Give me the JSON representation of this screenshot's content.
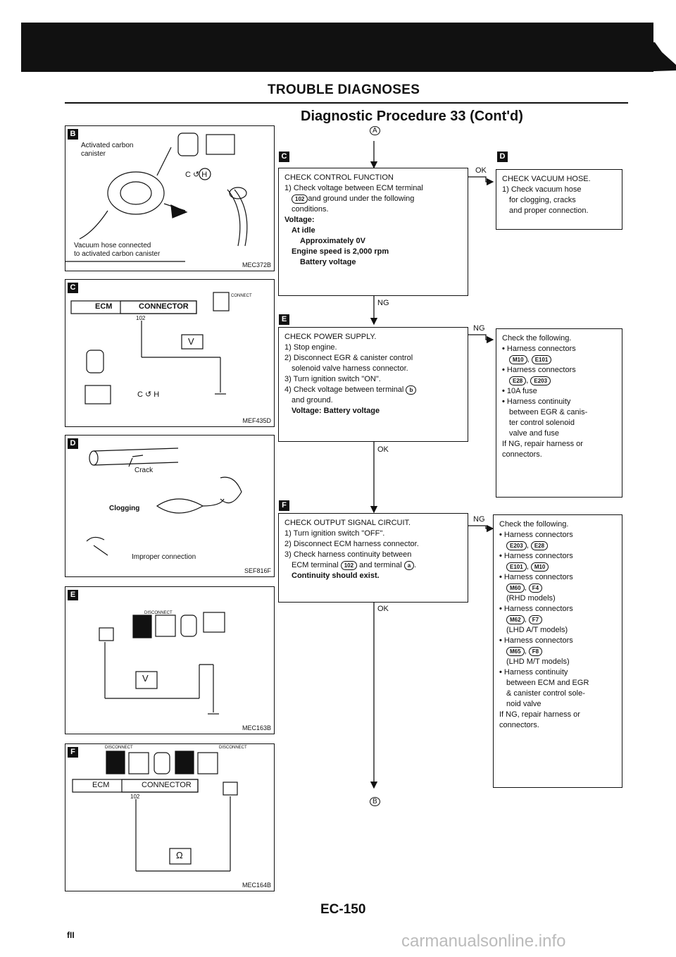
{
  "header": {
    "title": "TROUBLE DIAGNOSES",
    "subtitle": "Diagnostic Procedure 33 (Cont'd)",
    "start_marker": "A",
    "end_marker": "B"
  },
  "panels": {
    "B": {
      "tag": "B",
      "lines": [
        "Activated carbon",
        "canister",
        "Vacuum hose connected",
        "to activated carbon canister"
      ],
      "ch_label": "C ↺ H",
      "fig_id": "MEC372B"
    },
    "C": {
      "tag": "C",
      "ecm": "ECM",
      "connector": "CONNECTOR",
      "connect_small": "CONNECT",
      "pin": "102",
      "meter": "V",
      "ch_label": "C ↺ H",
      "fig_id": "MEF435D"
    },
    "D": {
      "tag": "D",
      "crack": "Crack",
      "clogging": "Clogging",
      "improper": "Improper connection",
      "fig_id": "SEF816F"
    },
    "E": {
      "tag": "E",
      "disconnect": "DISCONNECT",
      "meter": "V",
      "fig_id": "MEC163B"
    },
    "F": {
      "tag": "F",
      "disconnect1": "DISCONNECT",
      "disconnect2": "DISCONNECT",
      "ecm": "ECM",
      "connector": "CONNECTOR",
      "pin": "102",
      "meter": "Ω",
      "fig_id": "MEC164B"
    }
  },
  "steps": {
    "check_control": {
      "tag": "C",
      "title": "CHECK CONTROL FUNCTION",
      "line1": "1) Check voltage between ECM terminal",
      "term": "102",
      "line2": "and ground under the following",
      "line3": "conditions.",
      "voltage_label": "Voltage:",
      "cond1": "At idle",
      "val1": "Approximately 0V",
      "cond2": "Engine speed is 2,000 rpm",
      "val2": "Battery voltage"
    },
    "check_vacuum": {
      "tag": "D",
      "title": "CHECK VACUUM HOSE.",
      "line1": "1) Check vacuum hose",
      "line2": "for clogging, cracks",
      "line3": "and proper connection."
    },
    "check_power": {
      "tag": "E",
      "title": "CHECK POWER SUPPLY.",
      "line1": "1) Stop engine.",
      "line2": "2) Disconnect EGR & canister control",
      "line3": "solenoid valve harness connector.",
      "line4": "3) Turn ignition switch \"ON\".",
      "line5": "4) Check voltage between terminal",
      "term": "b",
      "line6": "and ground.",
      "result": "Voltage: Battery voltage"
    },
    "power_ng": {
      "title": "Check the following.",
      "h1": "Harness connectors",
      "c1a": "M10",
      "c1b": "E101",
      "h2": "Harness connectors",
      "c2a": "E28",
      "c2b": "E203",
      "h3": "10A fuse",
      "h4": "Harness continuity",
      "h4b": "between EGR & canis-",
      "h4c": "ter control solenoid",
      "h4d": "valve and fuse",
      "footer1": "If NG, repair harness or",
      "footer2": "connectors."
    },
    "check_output": {
      "tag": "F",
      "title": "CHECK OUTPUT SIGNAL CIRCUIT.",
      "line1": "1) Turn ignition switch \"OFF\".",
      "line2": "2) Disconnect ECM harness connector.",
      "line3": "3) Check harness continuity between",
      "line4a": "ECM terminal",
      "term": "102",
      "line4b": "and terminal",
      "term2": "a",
      "result": "Continuity should exist."
    },
    "output_ng": {
      "title": "Check the following.",
      "h1": "Harness connectors",
      "c1a": "E203",
      "c1b": "E28",
      "h2": "Harness connectors",
      "c2a": "E101",
      "c2b": "M10",
      "h3": "Harness connectors",
      "c3a": "M60",
      "c3b": "F4",
      "n3": "(RHD models)",
      "h4": "Harness connectors",
      "c4a": "M62",
      "c4b": "F7",
      "n4": "(LHD A/T models)",
      "h5": "Harness connectors",
      "c5a": "M65",
      "c5b": "F8",
      "n5": "(LHD M/T models)",
      "h6": "Harness continuity",
      "h6b": "between ECM and EGR",
      "h6c": "& canister control sole-",
      "h6d": "noid valve",
      "footer1": "If NG, repair harness or",
      "footer2": "connectors."
    }
  },
  "flow_labels": {
    "ok1": "OK",
    "ng1": "NG",
    "ng2": "NG",
    "ok2": "OK",
    "ng3": "NG",
    "ok3": "OK"
  },
  "footer": {
    "page": "EC-150",
    "mark": "fII",
    "watermark": "carmanualsonline.info"
  }
}
